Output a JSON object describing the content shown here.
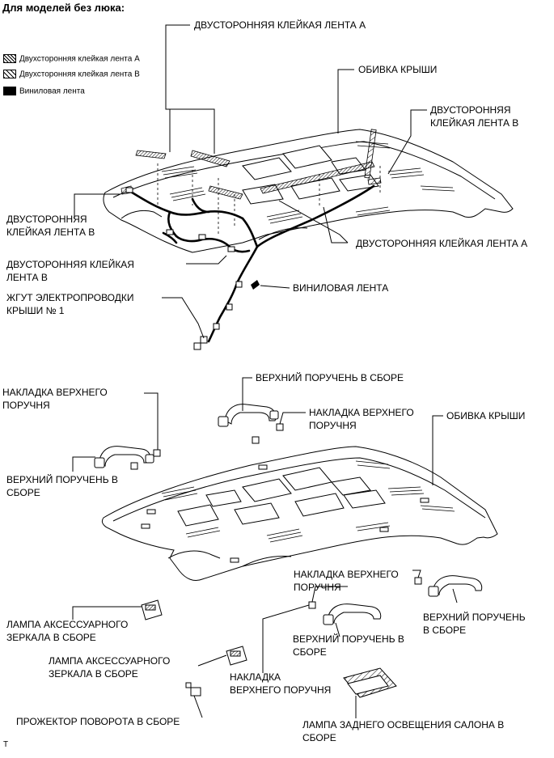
{
  "title": "Для моделей без люка:",
  "legend": [
    {
      "id": "a",
      "label": "Двухсторонняя клейкая лента A",
      "pattern": "hatch-dense"
    },
    {
      "id": "b",
      "label": "Двухсторонняя клейкая лента B",
      "pattern": "hatch-sparse"
    },
    {
      "id": "v",
      "label": "Виниловая лента",
      "pattern": "solid"
    }
  ],
  "top_labels": {
    "tape_a_top": "ДВУСТОРОННЯЯ КЛЕЙКАЯ ЛЕНТА А",
    "roof_lining_1": "ОБИВКА КРЫШИ",
    "tape_b_right_1": "ДВУСТОРОННЯЯ",
    "tape_b_right_2": "КЛЕЙКАЯ ЛЕНТА В",
    "tape_b_left_1": "ДВУСТОРОННЯЯ",
    "tape_b_left_2": "КЛЕЙКАЯ ЛЕНТА В",
    "tape_a_mid": "ДВУСТОРОННЯЯ КЛЕЙКАЯ ЛЕНТА А",
    "tape_b_lower_1": "ДВУСТОРОННЯЯ КЛЕЙКАЯ",
    "tape_b_lower_2": "ЛЕНТА В",
    "vinyl_tape": "ВИНИЛОВАЯ ЛЕНТА",
    "harness_1": "ЖГУТ ЭЛЕКТРОПРОВОДКИ",
    "harness_2": "КРЫШИ № 1"
  },
  "bottom_labels": {
    "cover_left_1": "НАКЛАДКА ВЕРХНЕГО",
    "cover_left_2": "ПОРУЧНЯ",
    "grip_top": "ВЕРХНИЙ ПОРУЧЕНЬ В СБОРЕ",
    "cover_top_1": "НАКЛАДКА ВЕРХНЕГО",
    "cover_top_2": "ПОРУЧНЯ",
    "roof_lining_2": "ОБИВКА КРЫШИ",
    "grip_left_1": "ВЕРХНИЙ ПОРУЧЕНЬ В",
    "grip_left_2": "СБОРЕ",
    "cover_mid_1": "НАКЛАДКА ВЕРХНЕГО",
    "cover_mid_2": "ПОРУЧНЯ",
    "grip_right_1": "ВЕРХНИЙ ПОРУЧЕНЬ",
    "grip_right_2": "В СБОРЕ",
    "mirror_lamp_1a": "ЛАМПА АКСЕССУАРНОГО",
    "mirror_lamp_1b": "ЗЕРКАЛА В СБОРЕ",
    "grip_center_1": "ВЕРХНИЙ ПОРУЧЕНЬ В",
    "grip_center_2": "СБОРЕ",
    "mirror_lamp_2a": "ЛАМПА АКСЕССУАРНОГО",
    "mirror_lamp_2b": "ЗЕРКАЛА В СБОРЕ",
    "cover_bottom_1": "НАКЛАДКА",
    "cover_bottom_2": "ВЕРХНЕГО ПОРУЧНЯ",
    "spot_lamp": "ПРОЖЕКТОР ПОВОРОТА В СБОРЕ",
    "rear_lamp_1": "ЛАМПА ЗАДНЕГО ОСВЕЩЕНИЯ САЛОНА В",
    "rear_lamp_2": "СБОРЕ"
  },
  "footer_mark": "T"
}
